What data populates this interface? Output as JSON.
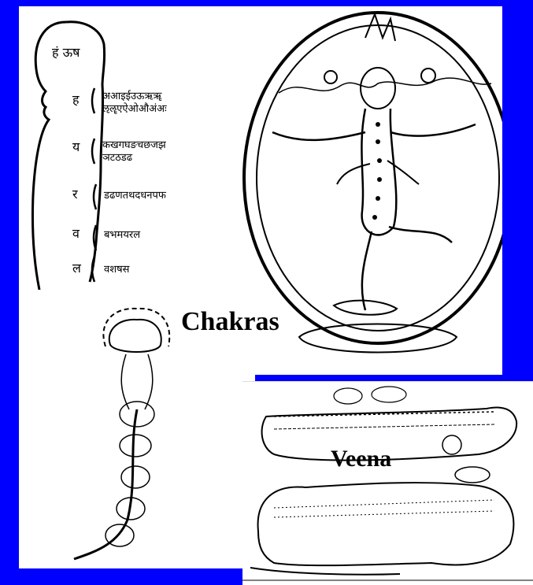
{
  "labels": {
    "chakras": "Chakras",
    "veena": "Veena"
  },
  "figures": {
    "body_outline_icon": "human-silhouette-with-letters",
    "dancer_icon": "shiva-nataraja-in-ring",
    "spine_icon": "kundalini-spinal-column",
    "veena_icon": "reclining-figure-and-veena"
  },
  "colors": {
    "background": "#0000ff",
    "panel": "#ffffff",
    "ink": "#000000"
  }
}
